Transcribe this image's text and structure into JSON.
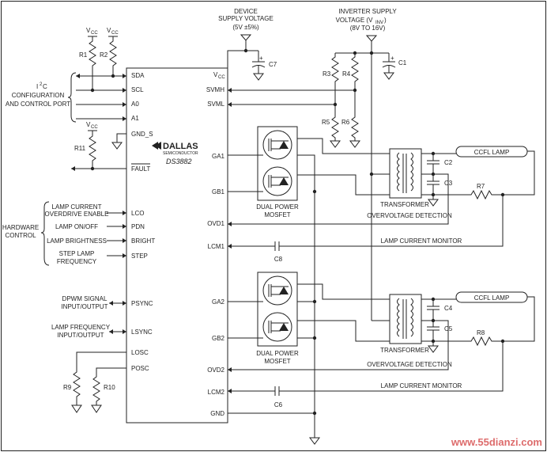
{
  "chip": {
    "brand": "DALLAS",
    "brand_sub": "SEMICONDUCTOR",
    "part": "DS3882"
  },
  "pins_left": {
    "sda": "SDA",
    "scl": "SCL",
    "a0": "A0",
    "a1": "A1",
    "gnd_s": "GND_S",
    "fault": "FAULT",
    "lco": "LCO",
    "pdn": "PDN",
    "bright": "BRIGHT",
    "step": "STEP",
    "psync": "PSYNC",
    "lsync": "LSYNC",
    "losc": "LOSC",
    "posc": "POSC"
  },
  "pins_right": {
    "vcc_main": "V",
    "vcc_sub": "CC",
    "svmh": "SVMH",
    "svml": "SVML",
    "ga1": "GA1",
    "gb1": "GB1",
    "ovd1": "OVD1",
    "lcm1": "LCM1",
    "ga2": "GA2",
    "gb2": "GB2",
    "ovd2": "OVD2",
    "lcm2": "LCM2",
    "gnd": "GND"
  },
  "supply": {
    "device_l1": "DEVICE",
    "device_l2": "SUPPLY VOLTAGE",
    "device_l3": "(5V ±5%)",
    "inverter_l1": "INVERTER SUPPLY",
    "inverter_l2a": "VOLTAGE (V",
    "inverter_l2sub": "INV",
    "inverter_l2b": ")",
    "inverter_l3": "(8V TO 16V)"
  },
  "left_labels": {
    "i2c_a": "I",
    "i2c_sup": "2",
    "i2c_b": "C",
    "i2c_l2": "CONFIGURATION",
    "i2c_l3": "AND CONTROL PORT",
    "lco_l1": "LAMP CURRENT",
    "lco_l2": "OVERDRIVE ENABLE",
    "pdn_l": "LAMP ON/OFF",
    "bright_l": "LAMP BRIGHTNESS",
    "step_l1": "STEP LAMP",
    "step_l2": "FREQUENCY",
    "hw_l1": "HARDWARE",
    "hw_l2": "CONTROL",
    "psync_l1": "DPWM SIGNAL",
    "psync_l2": "INPUT/OUTPUT",
    "lsync_l1": "LAMP FREQUENCY",
    "lsync_l2": "INPUT/OUTPUT"
  },
  "vcc_labels": {
    "v": "V",
    "cc": "CC"
  },
  "components": {
    "r1": "R1",
    "r2": "R2",
    "r3": "R3",
    "r4": "R4",
    "r5": "R5",
    "r6": "R6",
    "r7": "R7",
    "r8": "R8",
    "r9": "R9",
    "r10": "R10",
    "r11": "R11",
    "c1": "C1",
    "c2": "C2",
    "c3": "C3",
    "c4": "C4",
    "c5": "C5",
    "c6": "C6",
    "c7": "C7",
    "c8": "C8",
    "plus": "+"
  },
  "blocks": {
    "mosfet_l1": "DUAL POWER",
    "mosfet_l2": "MOSFET",
    "transformer": "TRANSFORMER",
    "ovp": "OVERVOLTAGE DETECTION",
    "lamp_monitor": "LAMP CURRENT MONITOR",
    "ccfl": "CCFL LAMP"
  },
  "watermark": "www.55dianzi.com"
}
